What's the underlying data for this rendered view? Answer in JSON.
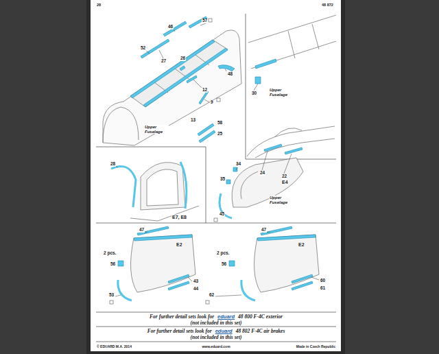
{
  "diagram": {
    "labels": [
      "28",
      "48 872",
      "46",
      "57",
      "52",
      "27",
      "26",
      "48",
      "12",
      "9",
      "13",
      "58",
      "25",
      "Upper Fuselage",
      "30",
      "Upper Fuselage",
      "24",
      "22",
      "Upper Fuselage",
      "28",
      "E7, E8",
      "34",
      "35",
      "E4",
      "45",
      "47",
      "2 pcs.",
      "56",
      "E2",
      "43",
      "44",
      "53",
      "47",
      "2 pcs.",
      "56",
      "E2",
      "60",
      "61",
      "62",
      "For further detail sets look for",
      "eduard",
      "48 800 F-4C exterior",
      "(not included in this set)",
      "For further detail sets look for",
      "eduard",
      "48 802 F-4C air brakes",
      "(not included in this set)",
      "© EDUARD M.A. 2014",
      "www.eduard.com",
      "Made in Czech Republic"
    ]
  }
}
